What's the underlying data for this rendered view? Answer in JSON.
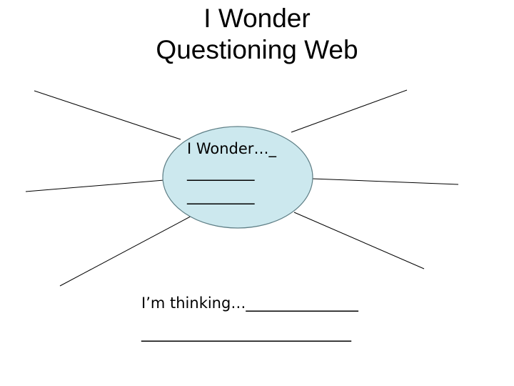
{
  "title": {
    "line1": "I Wonder",
    "line2": "Questioning Web"
  },
  "center": {
    "line1": "I Wonder…_",
    "line2": "_________",
    "line3": "_________"
  },
  "thinking": {
    "line1": "I’m thinking…_______________",
    "line2": "____________________________"
  },
  "colors": {
    "bubble_fill": "#cce8ee",
    "bubble_stroke": "#5f7f86",
    "spoke": "#000000"
  }
}
